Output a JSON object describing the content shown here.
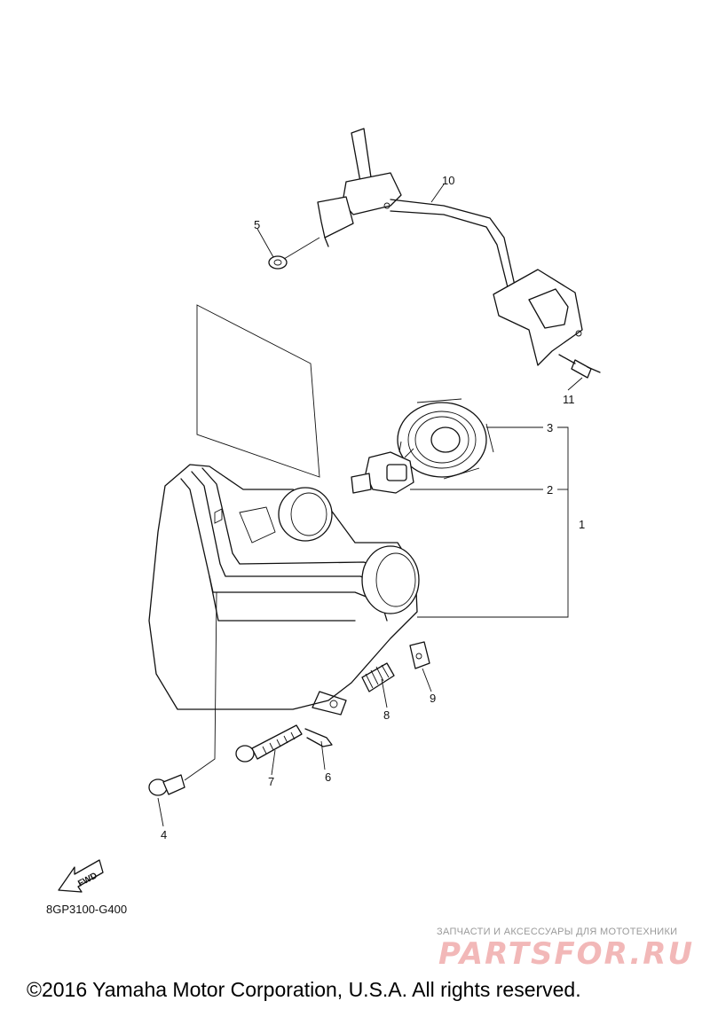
{
  "callouts": {
    "c1": "1",
    "c2": "2",
    "c3": "3",
    "c4": "4",
    "c5": "5",
    "c6": "6",
    "c7": "7",
    "c8": "8",
    "c9": "9",
    "c10": "10",
    "c11": "11"
  },
  "fwd_label": "FWD",
  "diagram_code": "8GP3100-G400",
  "watermark": {
    "tagline": "ЗАПЧАСТИ И АКСЕССУАРЫ ДЛЯ МОТОТЕХНИКИ",
    "logo": "PARTSFOR.RU"
  },
  "copyright": "©2016 Yamaha Motor Corporation, U.S.A. All rights reserved."
}
